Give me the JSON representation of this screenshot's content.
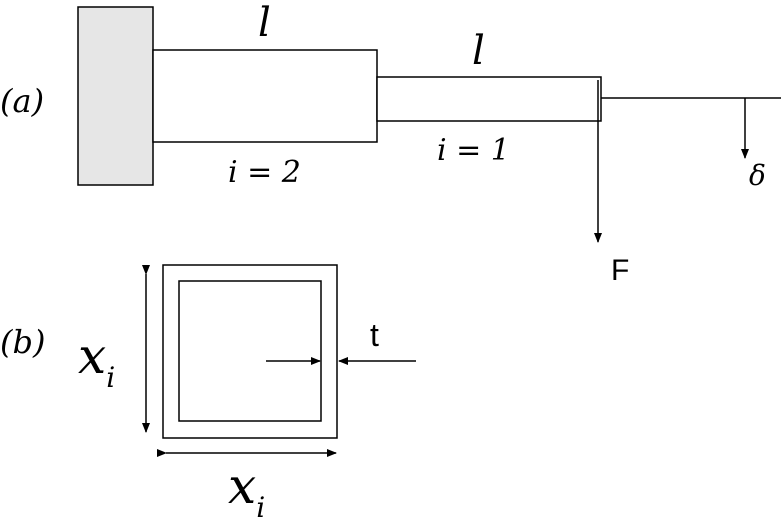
{
  "panel_a": {
    "label": "(a)",
    "segment_2": {
      "length_label": "l",
      "index_label": "i = 2"
    },
    "segment_1": {
      "length_label": "l",
      "index_label": "i = 1"
    },
    "force_label": "F",
    "deflection_label": "δ",
    "wall_color": "#e6e6e6"
  },
  "panel_b": {
    "label": "(b)",
    "height_label": {
      "base": "x",
      "sub": "i"
    },
    "width_label": {
      "base": "x",
      "sub": "i"
    },
    "thickness_label": "t"
  }
}
